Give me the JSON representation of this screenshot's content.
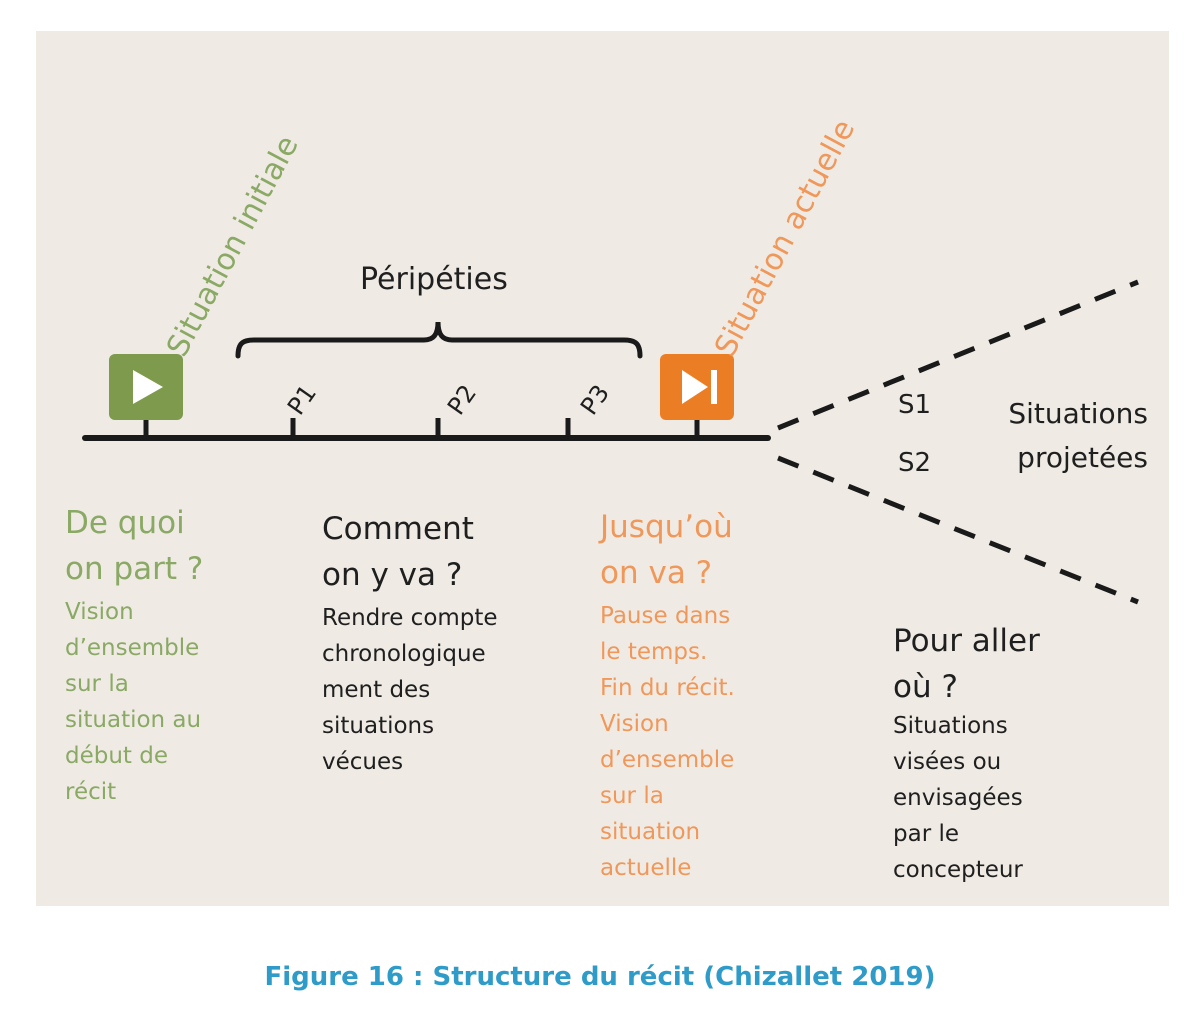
{
  "diagram": {
    "labels": {
      "situation_initiale": "Situation initiale",
      "situation_actuelle": "Situation actuelle",
      "peripeties": "Péripéties",
      "p1": "P1",
      "p2": "P2",
      "p3": "P3",
      "s1": "S1",
      "s2": "S2",
      "situations_projetees": "Situations\nprojetées"
    },
    "columns": [
      {
        "heading": "De quoi\non part ?",
        "body": "Vision\nd’ensemble\nsur la\nsituation au\ndébut de\nrécit"
      },
      {
        "heading": "Comment\non y va ?",
        "body": "Rendre compte\nchronologique\nment des\nsituations\nvécues"
      },
      {
        "heading": "Jusqu’où\non va ?",
        "body": "Pause dans\nle temps.\nFin du récit.\nVision\nd’ensemble\nsur la\nsituation\nactuelle"
      },
      {
        "heading": "Pour aller\noù ?",
        "body": "Situations\nvisées ou\nenvisagées\npar le\nconcepteur"
      }
    ],
    "icons": {
      "start": "play-icon",
      "current": "skip-forward-icon"
    },
    "colors": {
      "background": "#efebe4",
      "green": "#8aa964",
      "orange": "#f0975a",
      "start_button": "#7e9b4d",
      "current_button": "#eb7d25",
      "caption": "#2f9bc8"
    }
  },
  "caption": "Figure 16 : Structure du récit (Chizallet 2019)"
}
